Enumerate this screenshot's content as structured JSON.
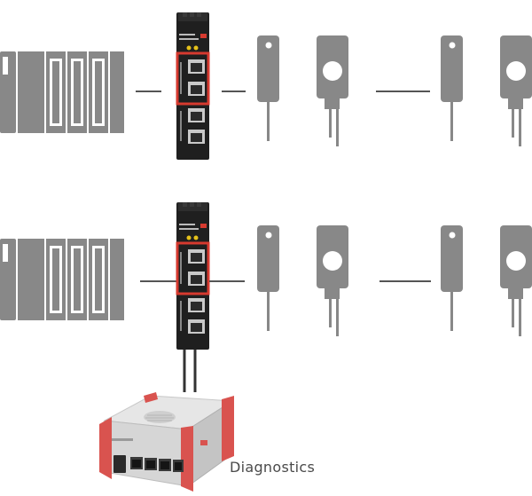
{
  "diagram": {
    "labels": {
      "diagnostics": "Diagnostics"
    },
    "colors": {
      "device_gray": "#888888",
      "device_gray_dark": "#7a7a7a",
      "line": "#555555",
      "switch_body": "#1f1f1f",
      "switch_accent": "#d63a2f",
      "port_silver": "#c9c9c9",
      "diag_red": "#d9534f",
      "diag_body": "#e2e2e2"
    },
    "rows": [
      {
        "name": "row-1",
        "devices": [
          "plc-rack",
          "ethernet-switch",
          "sensor-probe",
          "valve-actuator",
          "sensor-probe",
          "valve-actuator"
        ]
      },
      {
        "name": "row-2",
        "devices": [
          "plc-rack",
          "ethernet-switch",
          "sensor-probe",
          "valve-actuator",
          "sensor-probe",
          "valve-actuator"
        ]
      }
    ],
    "diagnostic_device": "diagnostics-box"
  }
}
